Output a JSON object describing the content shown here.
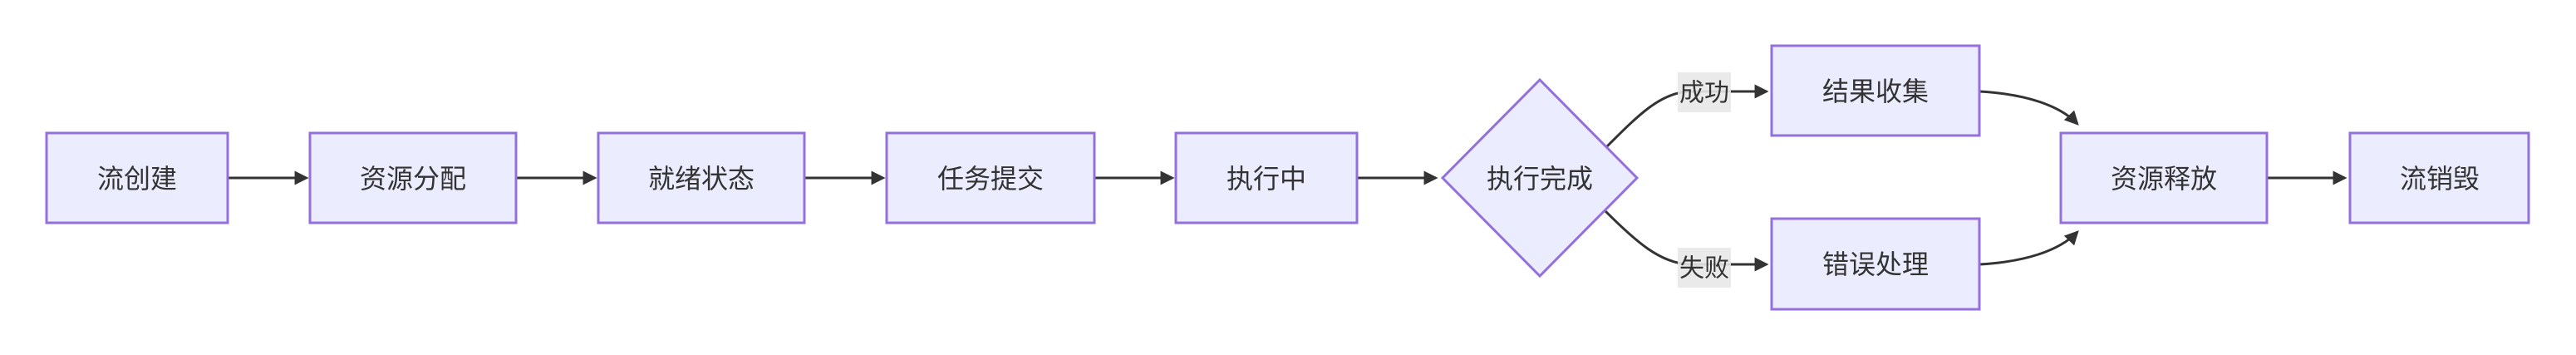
{
  "diagram": {
    "type": "flowchart",
    "direction": "left-to-right",
    "colors": {
      "node_fill": "#ECECFF",
      "node_border": "#9370DB",
      "edge_line": "#333333",
      "text": "#333333",
      "edge_label_bg": "#e8e8e8",
      "canvas_bg": "#ffffff"
    },
    "nodes": {
      "stream_create": {
        "label": "流创建",
        "shape": "rect"
      },
      "resource_alloc": {
        "label": "资源分配",
        "shape": "rect"
      },
      "ready_state": {
        "label": "就绪状态",
        "shape": "rect"
      },
      "task_submit": {
        "label": "任务提交",
        "shape": "rect"
      },
      "executing": {
        "label": "执行中",
        "shape": "rect"
      },
      "exec_complete": {
        "label": "执行完成",
        "shape": "diamond"
      },
      "result_collect": {
        "label": "结果收集",
        "shape": "rect"
      },
      "error_handle": {
        "label": "错误处理",
        "shape": "rect"
      },
      "resource_release": {
        "label": "资源释放",
        "shape": "rect"
      },
      "stream_destroy": {
        "label": "流销毁",
        "shape": "rect"
      }
    },
    "edges": [
      {
        "from": "stream_create",
        "to": "resource_alloc",
        "label": ""
      },
      {
        "from": "resource_alloc",
        "to": "ready_state",
        "label": ""
      },
      {
        "from": "ready_state",
        "to": "task_submit",
        "label": ""
      },
      {
        "from": "task_submit",
        "to": "executing",
        "label": ""
      },
      {
        "from": "executing",
        "to": "exec_complete",
        "label": ""
      },
      {
        "from": "exec_complete",
        "to": "result_collect",
        "label": "成功"
      },
      {
        "from": "exec_complete",
        "to": "error_handle",
        "label": "失败"
      },
      {
        "from": "result_collect",
        "to": "resource_release",
        "label": ""
      },
      {
        "from": "error_handle",
        "to": "resource_release",
        "label": ""
      },
      {
        "from": "resource_release",
        "to": "stream_destroy",
        "label": ""
      }
    ]
  }
}
